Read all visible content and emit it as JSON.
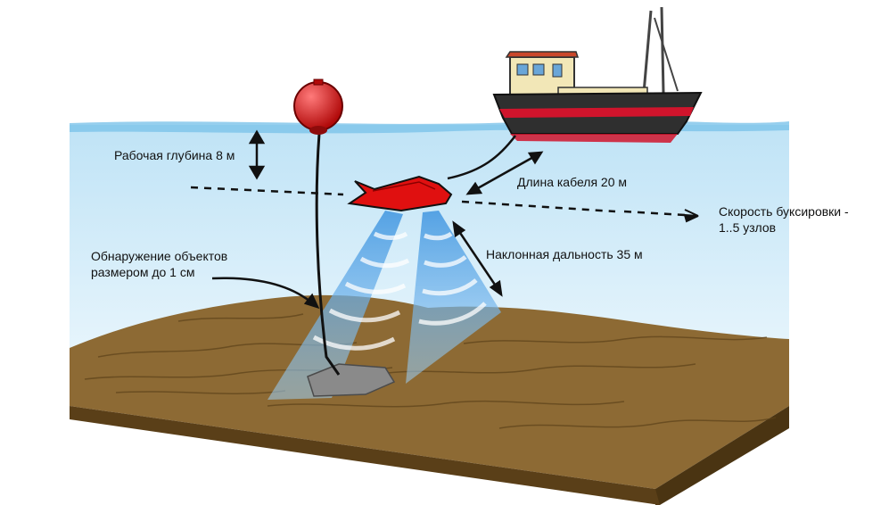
{
  "labels": {
    "working_depth": "Рабочая глубина 8 м",
    "cable_length": "Длина кабеля 20 м",
    "towing_speed_line1": "Скорость буксировки -",
    "towing_speed_line2": "1..5 узлов",
    "slant_range": "Наклонная дальность 35 м",
    "detection_line1": "Обнаружение объектов",
    "detection_line2": "размером до 1 см"
  },
  "colors": {
    "water_top": "#bfe3f6",
    "water_bottom": "#e9f6fd",
    "surface_line": "#5fb1e0",
    "seabed_top": "#8a6a35",
    "seabed_side": "#4a3514",
    "sonar_fish": "#e01010",
    "buoy": "#d81818",
    "ship_hull": "#3a3a3a",
    "ship_stripe": "#d0142c",
    "sonar_beam": "#6fb4ea",
    "arrow": "#111111"
  },
  "icons": {
    "buoy": "buoy-icon",
    "ship": "ship-icon",
    "sonar_towfish": "towfish-icon",
    "anchor_target": "seabed-object-icon"
  }
}
